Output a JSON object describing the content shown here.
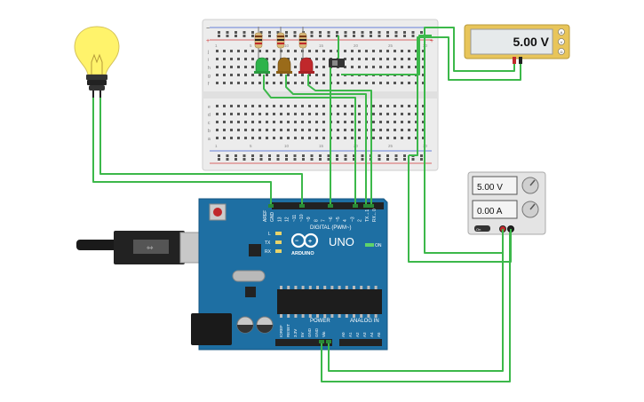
{
  "multimeter": {
    "reading": "5.00 V",
    "terminals": [
      "A",
      "V",
      "Ω"
    ]
  },
  "power_supply": {
    "voltage": "5.00 V",
    "current": "0.00 A",
    "on_label": "On"
  },
  "arduino": {
    "model": "UNO",
    "brand": "ARDUINO",
    "on_label": "ON",
    "led_labels": [
      "L",
      "TX",
      "RX"
    ],
    "digital_label": "DIGITAL (PWM~)",
    "digital_pins": [
      "AREF",
      "GND",
      "13",
      "12",
      "~11",
      "~10",
      "~9",
      "8",
      "7",
      "~6",
      "~5",
      "4",
      "~3",
      "2",
      "TX→1",
      "RX←0"
    ],
    "power_label": "POWER",
    "analog_label": "ANALOG IN",
    "power_pins": [
      "IOREF",
      "RESET",
      "3.3V",
      "5V",
      "GND",
      "GND",
      "Vin"
    ],
    "analog_pins": [
      "A0",
      "A1",
      "A2",
      "A3",
      "A4",
      "A5"
    ]
  },
  "breadboard": {
    "rows_top": [
      "j",
      "i",
      "h",
      "g",
      "f"
    ],
    "rows_bottom": [
      "e",
      "d",
      "c",
      "b",
      "a"
    ],
    "column_labels": [
      "1",
      "5",
      "10",
      "15",
      "20",
      "25",
      "30"
    ]
  },
  "leds": [
    {
      "color": "green",
      "hex": "#2db34a"
    },
    {
      "color": "yellow",
      "hex": "#9a6b1a"
    },
    {
      "color": "red",
      "hex": "#c0282b"
    }
  ],
  "colors": {
    "wire": "#3cb84a",
    "arduino_board": "#1e6fa3",
    "breadboard": "#ededed",
    "rail_red": "#d23a3a",
    "rail_blue": "#3a5bd2",
    "bulb": "#fff36b"
  }
}
